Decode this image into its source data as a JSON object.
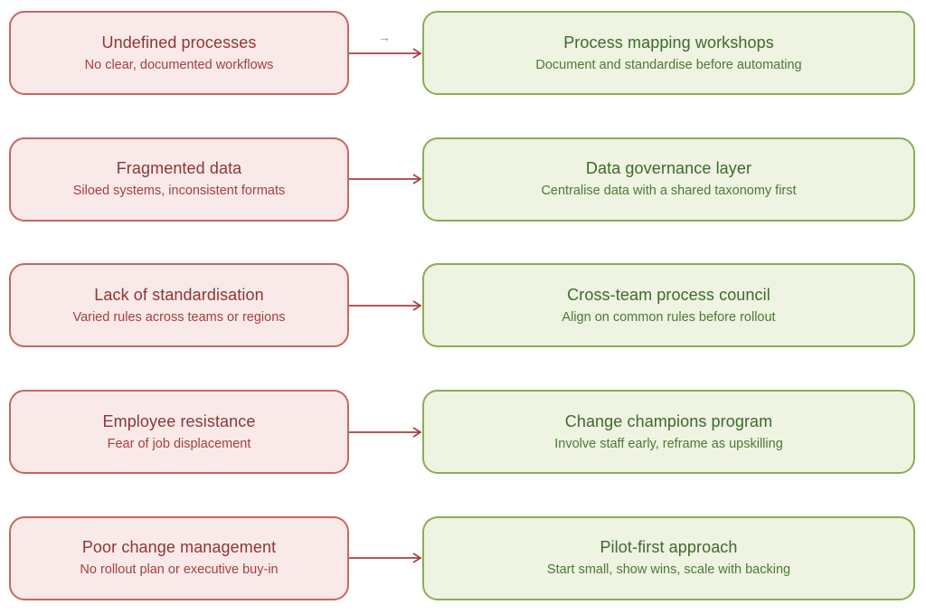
{
  "colors": {
    "problem_fill": "#f9eae9",
    "problem_border": "#c96560",
    "problem_title": "#8e3537",
    "problem_subtitle": "#a63e3f",
    "solution_fill": "#eef3e2",
    "solution_border": "#8dac55",
    "solution_title": "#3e6a2c",
    "solution_subtitle": "#4c7a33",
    "arrow": "#a5403d",
    "glyph": "#909090"
  },
  "cursor_glyph": "→",
  "rows": [
    {
      "problem": {
        "title": "Undefined processes",
        "subtitle": "No clear, documented workflows"
      },
      "solution": {
        "title": "Process mapping workshops",
        "subtitle": "Document and standardise before automating"
      }
    },
    {
      "problem": {
        "title": "Fragmented data",
        "subtitle": "Siloed systems, inconsistent formats"
      },
      "solution": {
        "title": "Data governance layer",
        "subtitle": "Centralise data with a shared taxonomy first"
      }
    },
    {
      "problem": {
        "title": "Lack of standardisation",
        "subtitle": "Varied rules across teams or regions"
      },
      "solution": {
        "title": "Cross-team process council",
        "subtitle": "Align on common rules before rollout"
      }
    },
    {
      "problem": {
        "title": "Employee resistance",
        "subtitle": "Fear of job displacement"
      },
      "solution": {
        "title": "Change champions program",
        "subtitle": "Involve staff early, reframe as upskilling"
      }
    },
    {
      "problem": {
        "title": "Poor change management",
        "subtitle": "No rollout plan or executive buy-in"
      },
      "solution": {
        "title": "Pilot-first approach",
        "subtitle": "Start small, show wins, scale with backing"
      }
    }
  ]
}
